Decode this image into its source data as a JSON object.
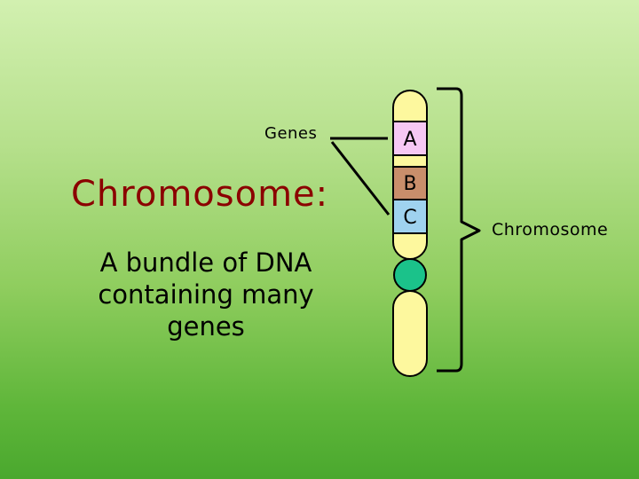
{
  "labels": {
    "genes": "Genes",
    "heading": "Chromosome:",
    "description": "A bundle of DNA containing many genes",
    "chromosome": "Chromosome"
  },
  "bands": [
    {
      "letter": "A",
      "color": "#f6c8f4"
    },
    {
      "letter": "B",
      "color": "#c98e6b"
    },
    {
      "letter": "C",
      "color": "#9fd2ef"
    }
  ],
  "colors": {
    "chromatid": "#fdf89e",
    "centromere": "#1bc28a",
    "heading": "#8b0000"
  }
}
